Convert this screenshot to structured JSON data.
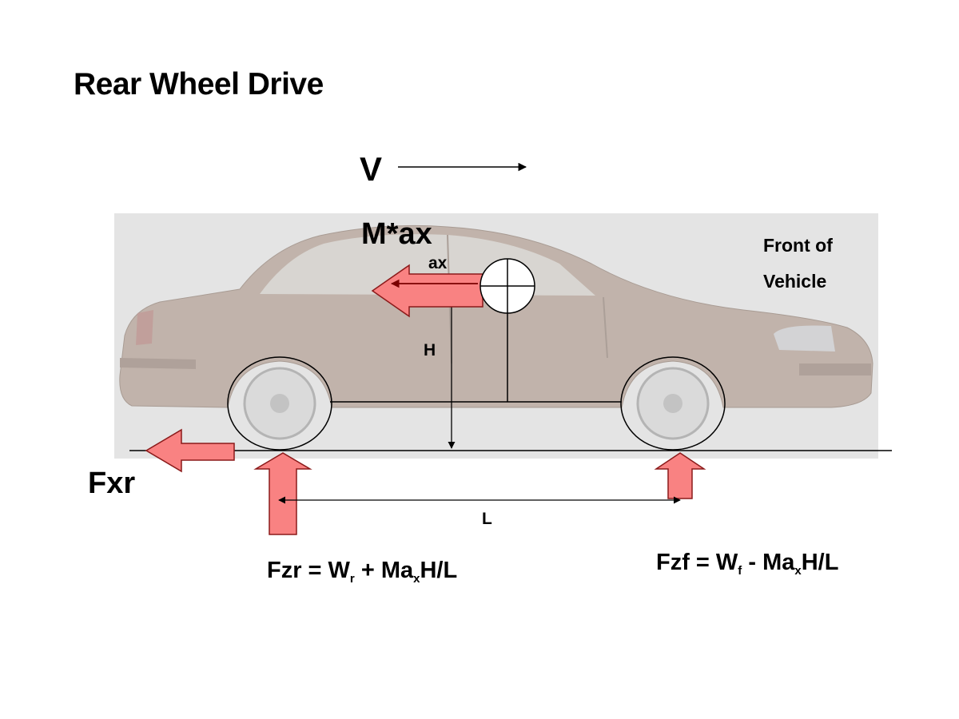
{
  "title": "Rear Wheel Drive",
  "labels": {
    "velocity": "V",
    "inertial_force": "M*ax",
    "acceleration": "ax",
    "cg_height": "H",
    "front_line1": "Front of",
    "front_line2": "Vehicle",
    "rear_tractive_force": "Fxr",
    "wheelbase": "L"
  },
  "equations": {
    "rear": {
      "lhs": "Fzr = W",
      "sub1": "r",
      "mid": " + Ma",
      "sub2": "x",
      "rhs": "H/L"
    },
    "front": {
      "lhs": "Fzf = W",
      "sub1": "f",
      "mid": " - Ma",
      "sub2": "x",
      "rhs": "H/L"
    }
  },
  "colors": {
    "force_arrow_fill": "#f98282",
    "force_arrow_stroke": "#8b1a1a",
    "photo_background": "#e4e4e4",
    "car_body": "#b7a69b"
  }
}
